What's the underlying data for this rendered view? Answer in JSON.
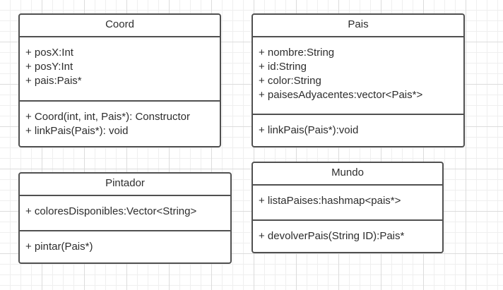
{
  "classes": {
    "coord": {
      "name": "Coord",
      "attributes": [
        "+ posX:Int",
        "+ posY:Int",
        "+ pais:Pais*"
      ],
      "methods": [
        "+ Coord(int, int, Pais*): Constructor",
        "+ linkPais(Pais*): void"
      ]
    },
    "pais": {
      "name": "Pais",
      "attributes": [
        "+ nombre:String",
        "+ id:String",
        "+ color:String",
        "+ paisesAdyacentes:vector<Pais*>"
      ],
      "methods": [
        "+ linkPais(Pais*):void"
      ]
    },
    "pintador": {
      "name": "Pintador",
      "attributes": [
        "+ coloresDisponibles:Vector<String>"
      ],
      "methods": [
        "+ pintar(Pais*)"
      ]
    },
    "mundo": {
      "name": "Mundo",
      "attributes": [
        "+ listaPaises:hashmap<pais*>"
      ],
      "methods": [
        "+ devolverPais(String ID):Pais*"
      ]
    }
  },
  "colors": {
    "border": "#505050",
    "text": "#2d2d2d",
    "grid": "#dcdcdc",
    "background": "#ffffff"
  }
}
